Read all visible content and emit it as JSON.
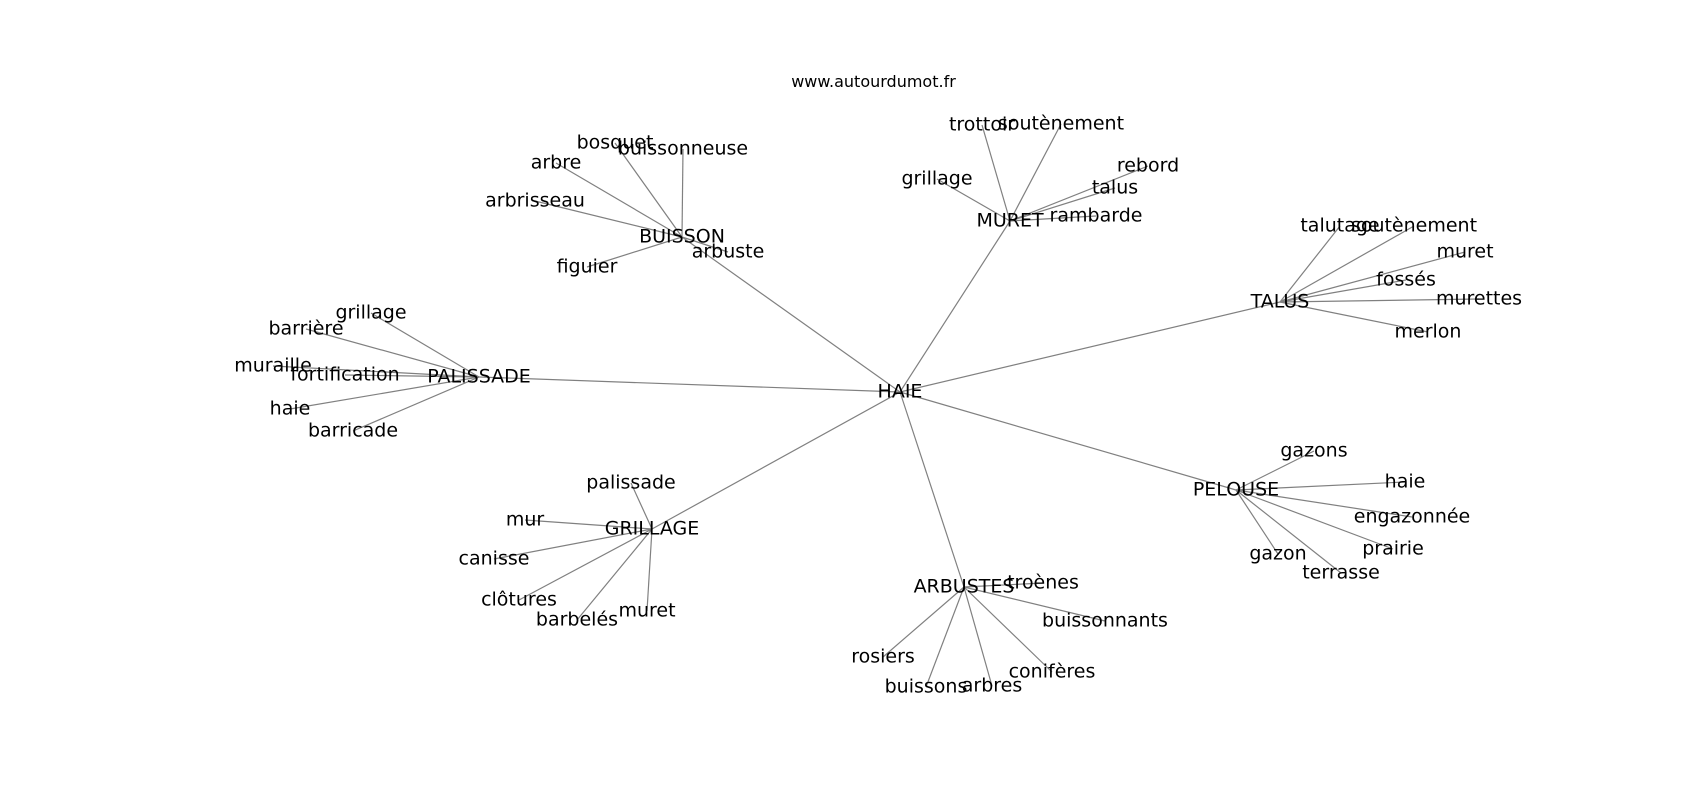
{
  "source": "www.autourdumot.fr",
  "center": "HAIE",
  "edge_color": "#808080",
  "groups": [
    {
      "label": "BUISSON",
      "words": [
        "bosquet",
        "buissonneuse",
        "arbre",
        "arbrisseau",
        "figuier",
        "arbuste"
      ]
    },
    {
      "label": "MURET",
      "words": [
        "trottoir",
        "soutènement",
        "grillage",
        "rebord",
        "talus",
        "rambarde"
      ]
    },
    {
      "label": "TALUS",
      "words": [
        "talutage",
        "soutènement",
        "muret",
        "fossés",
        "murettes",
        "merlon"
      ]
    },
    {
      "label": "PALISSADE",
      "words": [
        "grillage",
        "barrière",
        "muraille",
        "fortification",
        "haie",
        "barricade"
      ]
    },
    {
      "label": "PELOUSE",
      "words": [
        "gazons",
        "haie",
        "engazonnée",
        "prairie",
        "gazon",
        "terrasse"
      ]
    },
    {
      "label": "GRILLAGE",
      "words": [
        "palissade",
        "mur",
        "canisse",
        "clôtures",
        "barbelés",
        "muret"
      ]
    },
    {
      "label": "ARBUSTES",
      "words": [
        "troènes",
        "buissonnants",
        "rosiers",
        "buissons",
        "arbres",
        "conifères"
      ]
    }
  ]
}
